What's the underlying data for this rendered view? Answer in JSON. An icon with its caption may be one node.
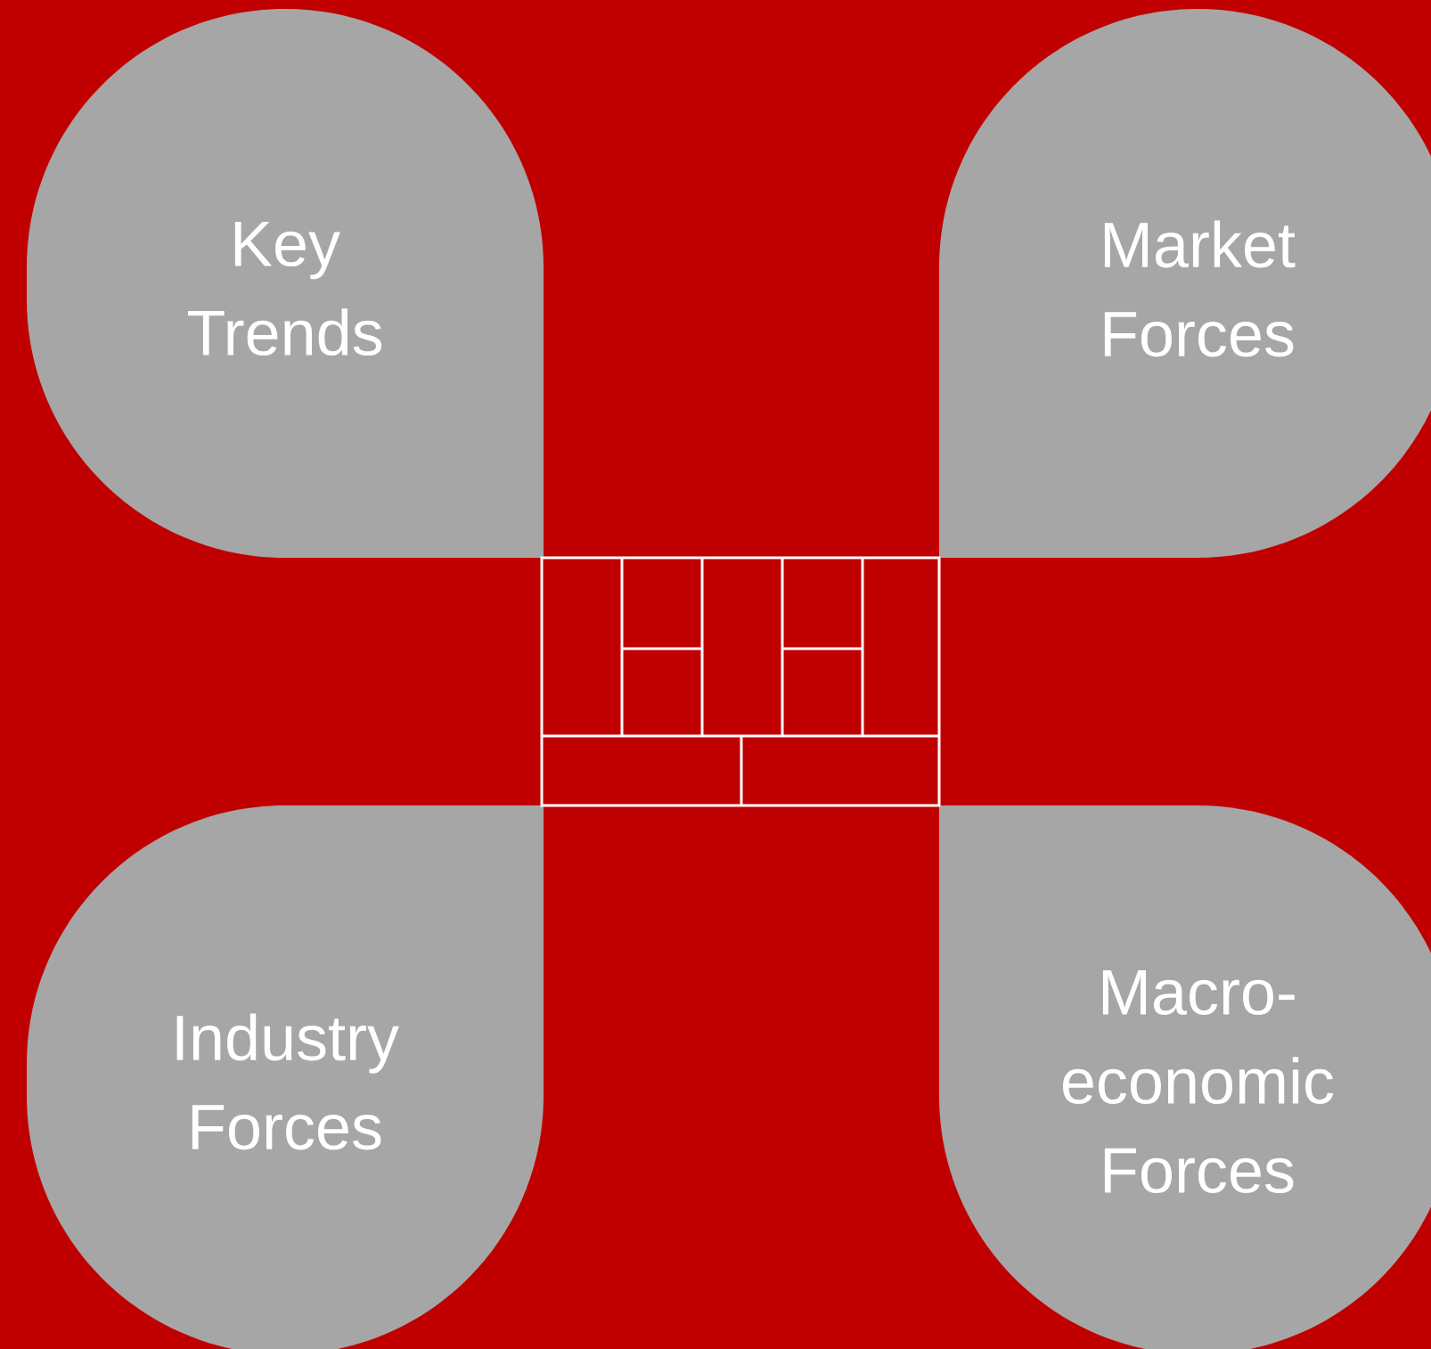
{
  "diagram": {
    "nodes": [
      {
        "text": [
          "Key Trends"
        ]
      },
      {
        "text": [
          "Market Forces"
        ]
      },
      {
        "text": [
          "Industry Forces"
        ]
      },
      {
        "text": [
          "Macro-economic Forces"
        ]
      }
    ]
  }
}
